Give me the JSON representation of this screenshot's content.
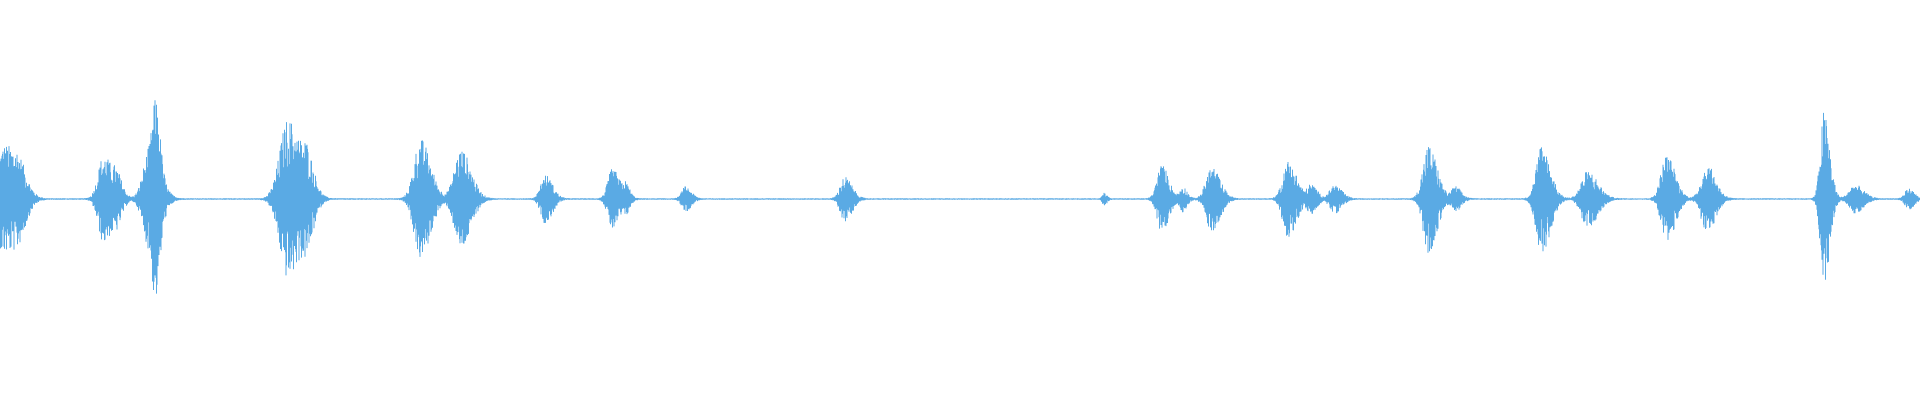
{
  "waveform": {
    "color": "#5aaae4",
    "background": "#ffffff",
    "bursts": [
      {
        "t": 0.002,
        "w": 0.008,
        "a": 0.27
      },
      {
        "t": 0.01,
        "w": 0.006,
        "a": 0.12
      },
      {
        "t": 0.054,
        "w": 0.006,
        "a": 0.22
      },
      {
        "t": 0.061,
        "w": 0.004,
        "a": 0.09
      },
      {
        "t": 0.078,
        "w": 0.007,
        "a": 0.25
      },
      {
        "t": 0.081,
        "w": 0.003,
        "a": 0.33
      },
      {
        "t": 0.15,
        "w": 0.009,
        "a": 0.4
      },
      {
        "t": 0.16,
        "w": 0.005,
        "a": 0.15
      },
      {
        "t": 0.219,
        "w": 0.007,
        "a": 0.3
      },
      {
        "t": 0.24,
        "w": 0.007,
        "a": 0.25
      },
      {
        "t": 0.284,
        "w": 0.005,
        "a": 0.12
      },
      {
        "t": 0.319,
        "w": 0.005,
        "a": 0.15
      },
      {
        "t": 0.326,
        "w": 0.003,
        "a": 0.06
      },
      {
        "t": 0.357,
        "w": 0.004,
        "a": 0.06
      },
      {
        "t": 0.44,
        "w": 0.005,
        "a": 0.11
      },
      {
        "t": 0.575,
        "w": 0.002,
        "a": 0.03
      },
      {
        "t": 0.605,
        "w": 0.005,
        "a": 0.17
      },
      {
        "t": 0.616,
        "w": 0.003,
        "a": 0.06
      },
      {
        "t": 0.631,
        "w": 0.006,
        "a": 0.16
      },
      {
        "t": 0.671,
        "w": 0.006,
        "a": 0.19
      },
      {
        "t": 0.683,
        "w": 0.004,
        "a": 0.07
      },
      {
        "t": 0.695,
        "w": 0.005,
        "a": 0.07
      },
      {
        "t": 0.744,
        "w": 0.006,
        "a": 0.27
      },
      {
        "t": 0.758,
        "w": 0.004,
        "a": 0.06
      },
      {
        "t": 0.803,
        "w": 0.006,
        "a": 0.27
      },
      {
        "t": 0.827,
        "w": 0.007,
        "a": 0.14
      },
      {
        "t": 0.868,
        "w": 0.006,
        "a": 0.22
      },
      {
        "t": 0.889,
        "w": 0.006,
        "a": 0.17
      },
      {
        "t": 0.95,
        "w": 0.004,
        "a": 0.44
      },
      {
        "t": 0.966,
        "w": 0.006,
        "a": 0.07
      },
      {
        "t": 0.994,
        "w": 0.004,
        "a": 0.05
      }
    ]
  }
}
